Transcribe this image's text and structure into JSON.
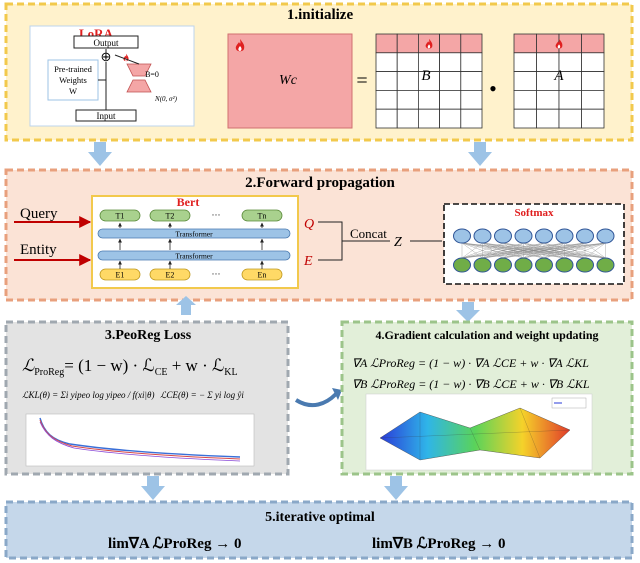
{
  "section1": {
    "title": "1.initialize",
    "lora": {
      "title": "LoRA",
      "output_label": "Output",
      "plus_symbol": "⊕",
      "pretrained_line1": "Pre-trained",
      "pretrained_line2": "Weights",
      "pretrained_line3": "W",
      "b_label": "B=0",
      "a_label": "N(0, σ²)",
      "input_label": "Input"
    },
    "wc_label": "Wc",
    "equals": "=",
    "b_matrix_label": "B",
    "dot": "•",
    "a_matrix_label": "A"
  },
  "section2": {
    "title": "2.Forward propagation",
    "query_label": "Query",
    "entity_label": "Entity",
    "bert_label": "Bert",
    "top_tokens": [
      "T1",
      "T2",
      "···",
      "Tn"
    ],
    "transformer_label": "Transformer",
    "bottom_tokens": [
      "E1",
      "E2",
      "···",
      "En"
    ],
    "q_label": "Q",
    "e_label": "E",
    "concat_label": "Concat",
    "z_label": "Z",
    "softmax_label": "Softmax"
  },
  "section3": {
    "title": "3.PeoReg Loss",
    "main_formula_lhs": "ℒ",
    "main_formula_lhs_sub": "ProReg",
    "main_formula_rhs": "= (1 − w) · ℒ",
    "ce_sub": "CE",
    "plus_w": " + w · ℒ",
    "kl_sub": "KL",
    "kl_formula": "ℒKL(θ) = Σi yipeo log yipeo / f(xi|θ)",
    "ce_formula": "ℒCE(θ) = − Σ yi log ŷi"
  },
  "section4": {
    "title": "4.Gradient calculation and weight updating",
    "formula_a": "∇A ℒProReg = (1 − w) · ∇A ℒCE + w · ∇A ℒKL",
    "formula_b": "∇B ℒProReg = (1 − w) · ∇B ℒCE + w · ∇B ℒKL"
  },
  "section5": {
    "title": "5.iterative optimal",
    "formula_a": "lim∇A ℒProReg → 0",
    "formula_b": "lim∇B ℒProReg → 0"
  },
  "colors": {
    "yellow_bg": "#fff2cc",
    "yellow_border": "#f2c94c",
    "peach_bg": "#fbe3d6",
    "peach_border": "#e8a07d",
    "gray_bg": "#e3e3e3",
    "green_bg": "#e2efd9",
    "blue_bg": "#c5d7ea",
    "matrix_fill": "#f4a6a6",
    "arrow_blue": "#9dc3e6",
    "fire": "#e02020",
    "dark_red": "#c00000"
  }
}
